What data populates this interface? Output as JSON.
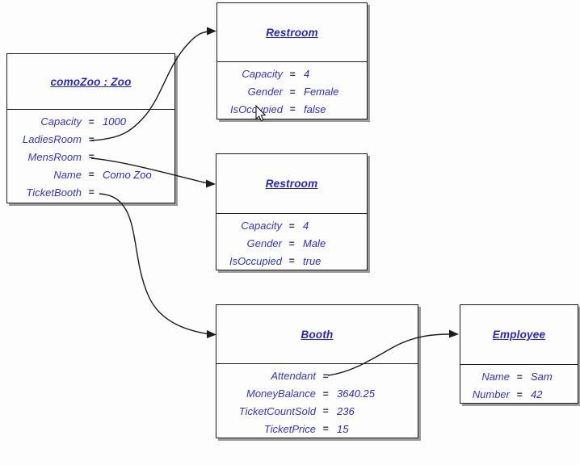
{
  "eq": "=",
  "colors": {
    "background": "#fdfdfd",
    "box_fill": "#fdfdfd",
    "border": "#1c1c1c",
    "shadow": "#9b9b9b",
    "title_text": "#2626cc",
    "attr_name": "#3434cf",
    "attr_value": "#2a2ad9",
    "equals": "#30305a",
    "link": "#1c1c1c"
  },
  "objects": {
    "zoo": {
      "title": "comoZoo : Zoo",
      "attrs": [
        {
          "name": "Capacity",
          "value": "1000"
        },
        {
          "name": "LadiesRoom",
          "value": ""
        },
        {
          "name": "MensRoom",
          "value": ""
        },
        {
          "name": "Name",
          "value": "Como Zoo"
        },
        {
          "name": "TicketBooth",
          "value": ""
        }
      ]
    },
    "restroom_f": {
      "title": "Restroom",
      "attrs": [
        {
          "name": "Capacity",
          "value": "4"
        },
        {
          "name": "Gender",
          "value": "Female"
        },
        {
          "name": "IsOccupied",
          "value": "false"
        }
      ]
    },
    "restroom_m": {
      "title": "Restroom",
      "attrs": [
        {
          "name": "Capacity",
          "value": "4"
        },
        {
          "name": "Gender",
          "value": "Male"
        },
        {
          "name": "IsOccupied",
          "value": "true"
        }
      ]
    },
    "booth": {
      "title": "Booth",
      "attrs": [
        {
          "name": "Attendant",
          "value": ""
        },
        {
          "name": "MoneyBalance",
          "value": "3640.25"
        },
        {
          "name": "TicketCountSold",
          "value": "236"
        },
        {
          "name": "TicketPrice",
          "value": "15"
        }
      ]
    },
    "employee": {
      "title": "Employee",
      "attrs": [
        {
          "name": "Name",
          "value": "Sam"
        },
        {
          "name": "Number",
          "value": "42"
        }
      ]
    }
  },
  "links": [
    {
      "from": "comoZoo.LadiesRoom",
      "to": "Restroom (Female)"
    },
    {
      "from": "comoZoo.MensRoom",
      "to": "Restroom (Male)"
    },
    {
      "from": "comoZoo.TicketBooth",
      "to": "Booth"
    },
    {
      "from": "Booth.Attendant",
      "to": "Employee"
    }
  ]
}
